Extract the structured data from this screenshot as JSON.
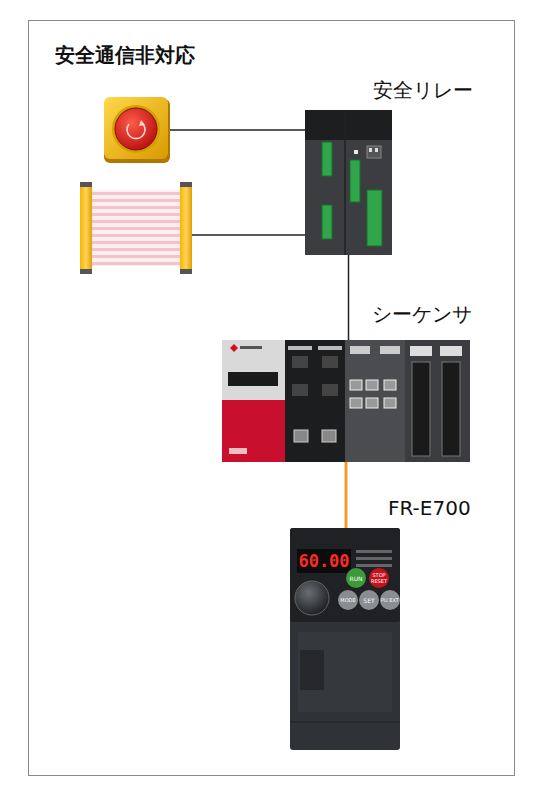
{
  "diagram": {
    "title": "安全通信非対応",
    "nodes": [
      {
        "text": [
          "安全リレー"
        ]
      },
      {
        "text": [
          "シーケンサ"
        ]
      },
      {
        "text": [
          "FR-E700"
        ]
      }
    ],
    "edges": [
      {
        "from": 0,
        "to": 1,
        "arrow": "none"
      },
      {
        "from": 1,
        "to": 2,
        "arrow": "none"
      }
    ],
    "labels": [
      "60.00",
      "RUN",
      "STOP RESET",
      "MODE",
      "SET",
      "PU EXT"
    ]
  }
}
